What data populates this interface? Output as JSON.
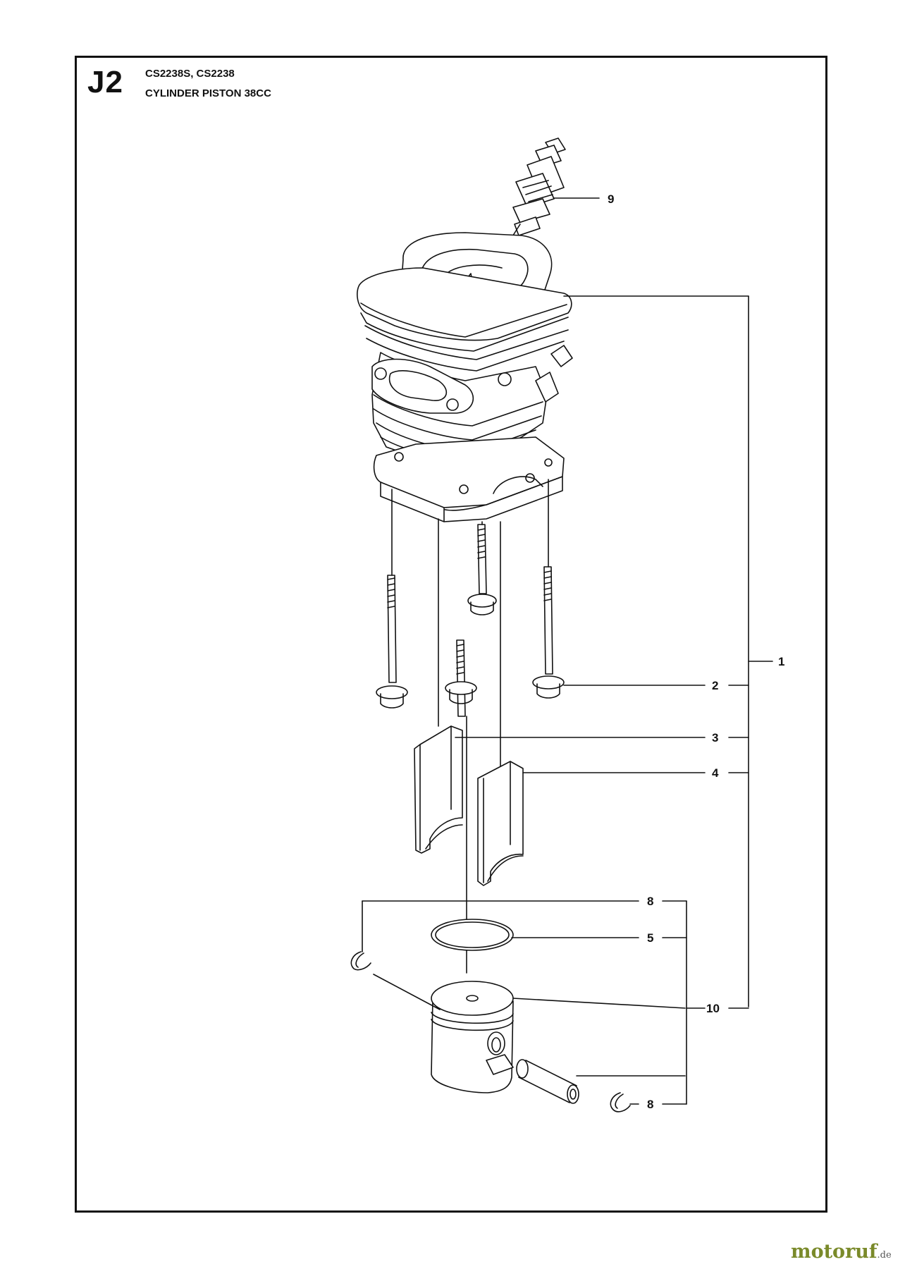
{
  "sheet": {
    "code": "J2",
    "models": "CS2238S, CS2238",
    "title": "CYLINDER PISTON 38CC"
  },
  "callouts": {
    "spark_plug": "9",
    "cylinder_assembly": "1",
    "cylinder_bolt": "2",
    "gasket_left": "3",
    "gasket_right": "4",
    "piston_pin_retainer_top": "8",
    "piston_ring": "5",
    "piston_kit": "10",
    "piston_pin_retainer_bottom": "8"
  },
  "watermark": {
    "brand": "motoruf",
    "suffix": ".de"
  },
  "colors": {
    "line": "#111111",
    "watermark": "#7a8a2a"
  }
}
